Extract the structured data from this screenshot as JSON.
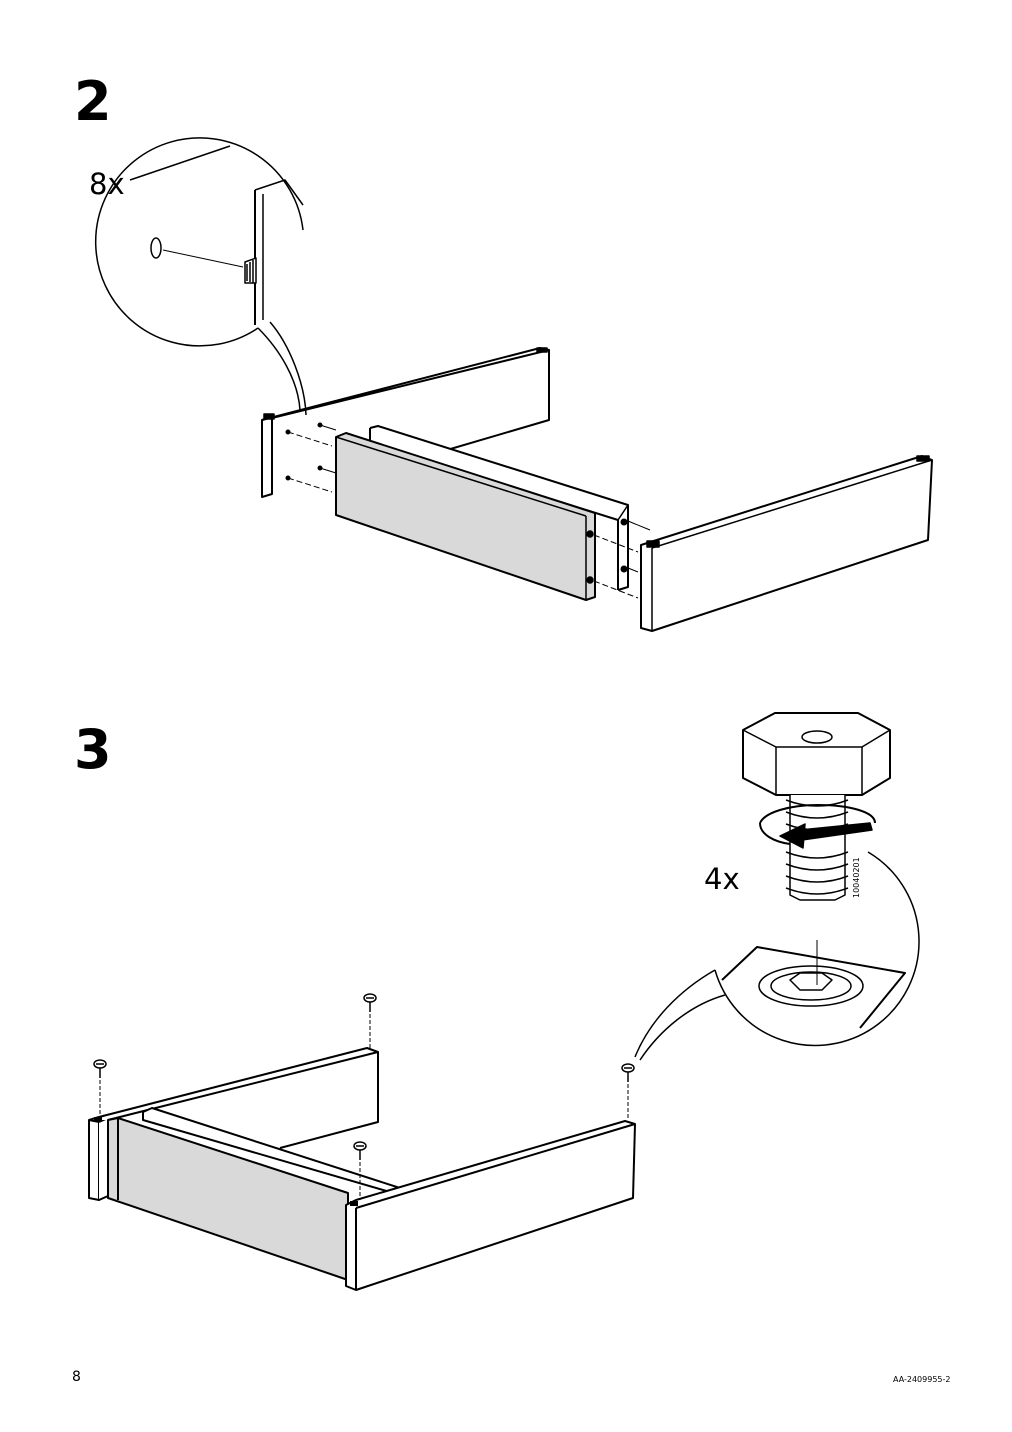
{
  "steps": [
    {
      "number": "2",
      "callout_count": "8x"
    },
    {
      "number": "3",
      "callout_count": "4x",
      "part_code": "10040201"
    }
  ],
  "footer": {
    "page_number": "8",
    "doc_code": "AA-2409955-2"
  },
  "colors": {
    "ink": "#000000",
    "panel_fill": "#d9d9d9",
    "paper": "#ffffff"
  },
  "icons": [
    "wooden-dowel-icon",
    "hex-bolt-icon",
    "screw-icon",
    "rotate-counterclockwise-icon"
  ]
}
